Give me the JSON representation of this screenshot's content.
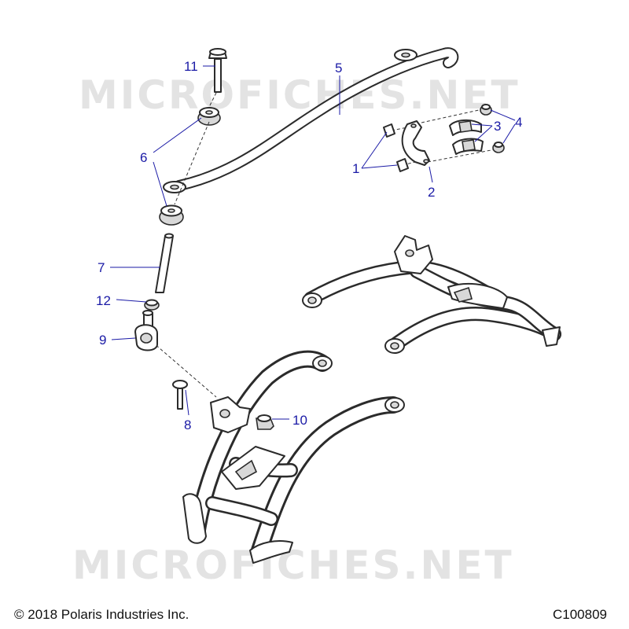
{
  "watermark": "MICROFICHES.NET",
  "footer": {
    "copyright": "© 2018 Polaris Industries Inc.",
    "figure_id": "C100809"
  },
  "callouts": {
    "c1": "1",
    "c2": "2",
    "c3": "3",
    "c4": "4",
    "c5": "5",
    "c6": "6",
    "c7": "7",
    "c8": "8",
    "c9": "9",
    "c10": "10",
    "c11": "11",
    "c12": "12"
  },
  "colors": {
    "callout": "#1a1aa6",
    "line_art": "#2b2b2b",
    "watermark": "#e3e3e3"
  }
}
